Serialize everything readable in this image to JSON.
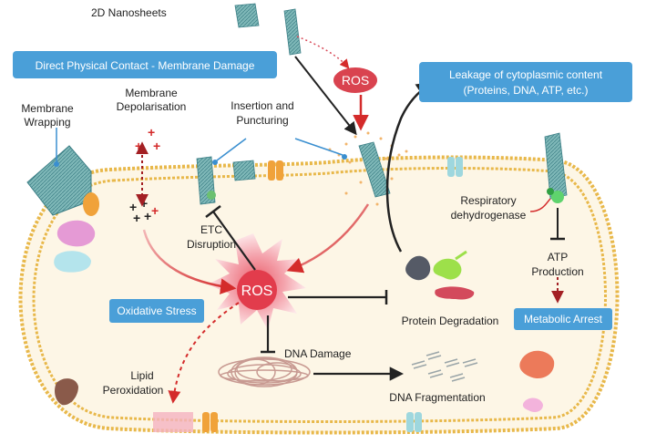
{
  "labels": {
    "nanosheets": "2D Nanosheets",
    "direct_contact": "Direct Physical Contact - Membrane Damage",
    "ros_top": "ROS",
    "leakage_line1": "Leakage of cytoplasmic content",
    "leakage_line2": "(Proteins, DNA, ATP, etc.)",
    "membrane_wrapping_1": "Membrane",
    "membrane_wrapping_2": "Wrapping",
    "membrane_depol_1": "Membrane",
    "membrane_depol_2": "Depolarisation",
    "insertion_1": "Insertion and",
    "insertion_2": "Puncturing",
    "respiratory_1": "Respiratory",
    "respiratory_2": "dehydrogenase",
    "etc_1": "ETC",
    "etc_2": "Disruption",
    "ros_center": "ROS",
    "atp_1": "ATP",
    "atp_2": "Production",
    "oxidative_stress": "Oxidative Stress",
    "protein_degradation": "Protein Degradation",
    "metabolic_arrest": "Metabolic Arrest",
    "dna_damage": "DNA Damage",
    "lipid_1": "Lipid",
    "lipid_2": "Peroxidation",
    "dna_fragmentation": "DNA Fragmentation"
  },
  "colors": {
    "label_box": "#4a9fd8",
    "ros_red": "#d9434f",
    "membrane_gold": "#e8b84a",
    "cytoplasm": "#fdf6e6",
    "inhibition_black": "#222222",
    "arrow_red": "#d42b2b"
  }
}
